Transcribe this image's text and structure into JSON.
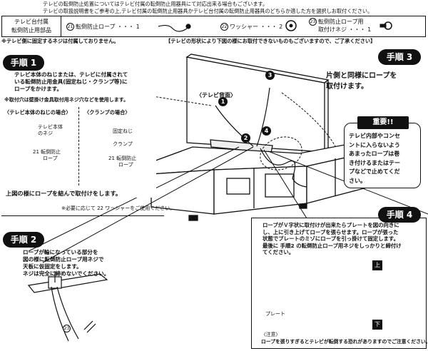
{
  "header": {
    "line1": "テレビの転倒防止処置についてはテレビ付属の転倒防止用器具にて対応出来る場合もございます。",
    "line2": "テレビの取扱説明書をご参考の上,テレビ付属の転倒防止用器具かテレビ台付属の転倒防止用器具のどちらか適した方を選択しお取付ください。"
  },
  "parts": {
    "title_line1": "テレビ台付属",
    "title_line2": "転倒防止用部品",
    "part21_num": "21",
    "part21_label": "転倒防止ロープ ・・・ 1",
    "part22_num": "22",
    "part22_label": "ワッシャー ・・・ 2",
    "part23_num": "23",
    "part23_line1": "転倒防止ロープ用",
    "part23_line2": "取付けネジ ・・・ 1"
  },
  "notes": {
    "left": "※テレビ側に固定するネジは付属しておりません。",
    "right": "【テレビの形状により下図の様にお取付できないものもございますので、ご了承ください】"
  },
  "step1": {
    "badge": "手順 1",
    "text1": "テレビ本体のねじまたは、テレビに付属されて",
    "text2": "いる転倒防止用金具(固定ねじ・クランプ等)に",
    "text3": "ロープをかけます。",
    "note": "※取付穴は壁掛け金具取付用ネジ穴などを使用します。",
    "case1": "〈テレビ本体のねじの場合〉",
    "case2": "〈クランプの場合〉",
    "screw_label1": "テレビ本体",
    "screw_label2": "のネジ",
    "rope_label1": "21 転倒防止",
    "rope_label2": "ロープ",
    "fixed_screw": "固定ねじ",
    "clamp": "クランプ",
    "rope2_label1": "21 転倒防止",
    "rope2_label2": "ロープ",
    "tie_text": "上図の様にロープを結んで取付けをします。",
    "washer_note": "※必要に応じて 22 ワッシャーをご使用ください。"
  },
  "tv": {
    "back_label": "〈テレビ背面〉",
    "marks": [
      "1",
      "2",
      "3",
      "4"
    ]
  },
  "step3": {
    "badge": "手順 3",
    "text1": "片側と同様にロープを",
    "text2": "取付けます。"
  },
  "important": {
    "title": "重要!!",
    "lines": [
      "テレビ内部やコンセ",
      "ントに入らないよう",
      "あまったロープは巻",
      "き付けるまたはテー",
      "プなどで止めてくだ",
      "さい。"
    ]
  },
  "step2": {
    "badge": "手順 2",
    "lines": [
      "ロープが輪になっている部分を",
      "図の様に転倒防止ロープ用ネジで",
      "天板に仮固定をします。",
      "ネジは完全に締めないでください。"
    ],
    "part_num": "23"
  },
  "step4": {
    "badge": "手順 4",
    "lines": [
      "ロープがＶ字状に取付けが出来たらプレートを図の向きに",
      "し、上に引き上げてロープを張らせます。ロープが張った",
      "状態でプレートのミゾにロープを引っ掛けて固定します。",
      "最後に 手順2 の転倒防止ロープ用ネジをしっかりと締付け",
      "てください。"
    ],
    "plate_label": "プレート",
    "arrow_up": "上",
    "arrow_down": "下",
    "caution_title": "〈注意〉",
    "caution_text": "ロープを張りすぎるとテレビが転倒する恐れがありますのでご注意ください。"
  }
}
